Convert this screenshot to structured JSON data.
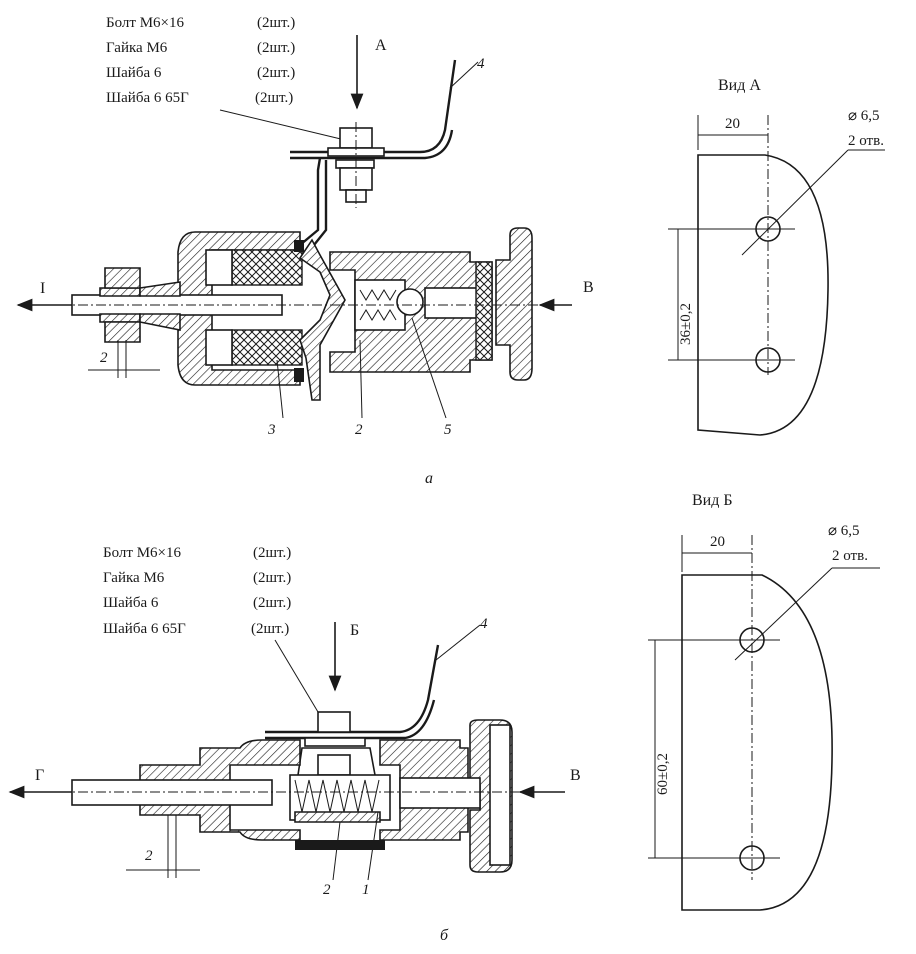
{
  "drawing_a": {
    "parts_list": [
      {
        "name": "Болт  М6×16",
        "qty": "(2шт.)"
      },
      {
        "name": "Гайка М6",
        "qty": "(2шт.)"
      },
      {
        "name": "Шайба  6",
        "qty": "(2шт.)"
      },
      {
        "name": "Шайба  6 65Г",
        "qty": "(2шт.)"
      }
    ],
    "arrow_top": "А",
    "arrow_left": "I",
    "arrow_right": "В",
    "dim_gap": "2",
    "callouts": [
      "4",
      "3",
      "2",
      "5"
    ],
    "caption": "а"
  },
  "view_a": {
    "title": "Вид А",
    "dim_width": "20",
    "hole_dia": "⌀ 6,5",
    "hole_count": "2 отв.",
    "dim_spacing": "36±0,2"
  },
  "drawing_b": {
    "parts_list": [
      {
        "name": "Болт  М6×16",
        "qty": "(2шт.)"
      },
      {
        "name": "Гайка М6",
        "qty": "(2шт.)"
      },
      {
        "name": "Шайба  6",
        "qty": "(2шт.)"
      },
      {
        "name": "Шайба  6 65Г",
        "qty": "(2шт.)"
      }
    ],
    "arrow_top": "Б",
    "arrow_left": "Г",
    "arrow_right": "В",
    "dim_gap": "2",
    "callouts": [
      "4",
      "2",
      "1"
    ],
    "caption": "б"
  },
  "view_b": {
    "title": "Вид Б",
    "dim_width": "20",
    "hole_dia": "⌀ 6,5",
    "hole_count": "2 отв.",
    "dim_spacing": "60±0,2"
  }
}
